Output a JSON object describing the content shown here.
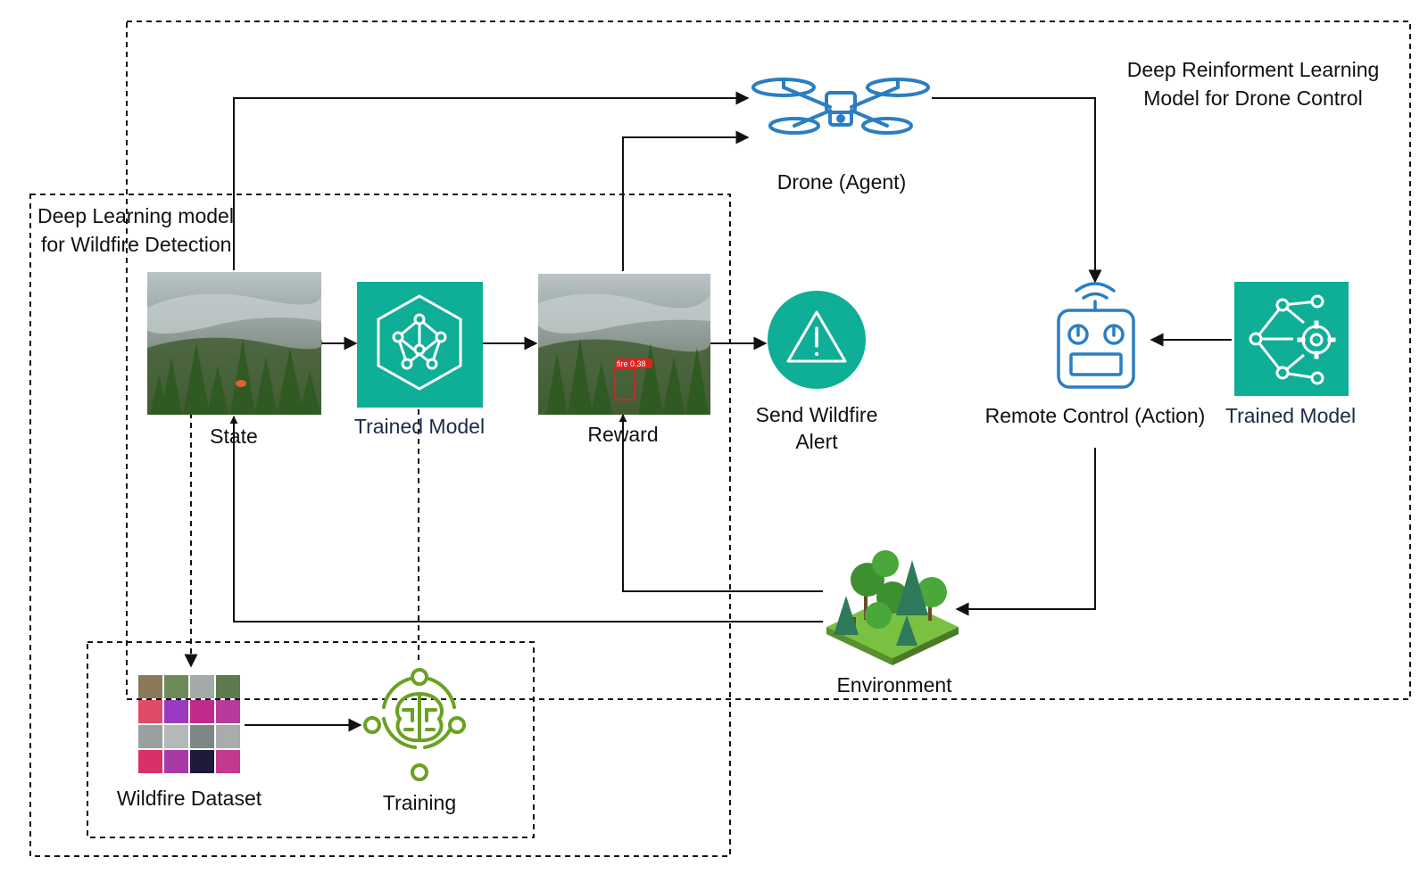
{
  "groups": {
    "drl_title_line1": "Deep Reinforment Learning",
    "drl_title_line2": "Model for Drone Control",
    "dl_title_line1": "Deep Learning model",
    "dl_title_line2": "for Wildfire Detection"
  },
  "nodes": {
    "drone": "Drone (Agent)",
    "state": "State",
    "trained_model_dl": "Trained Model",
    "reward": "Reward",
    "alert_line1": "Send Wildfire",
    "alert_line2": "Alert",
    "remote": "Remote Control (Action)",
    "trained_model_drl": "Trained Model",
    "environment": "Environment",
    "dataset": "Wildfire Dataset",
    "training": "Training"
  },
  "detection_box": {
    "label": "fire  0.38"
  },
  "icons": {
    "drone": "drone-icon",
    "trained_model_dl": "neural-network-hexagon-icon",
    "alert": "warning-triangle-icon",
    "remote": "remote-control-icon",
    "trained_model_drl": "network-gear-icon",
    "environment": "forest-icon",
    "training": "brain-cycle-icon"
  },
  "colors": {
    "teal": "#0fae96",
    "drone_blue": "#2a7ec3",
    "training_green": "#6aa121"
  }
}
